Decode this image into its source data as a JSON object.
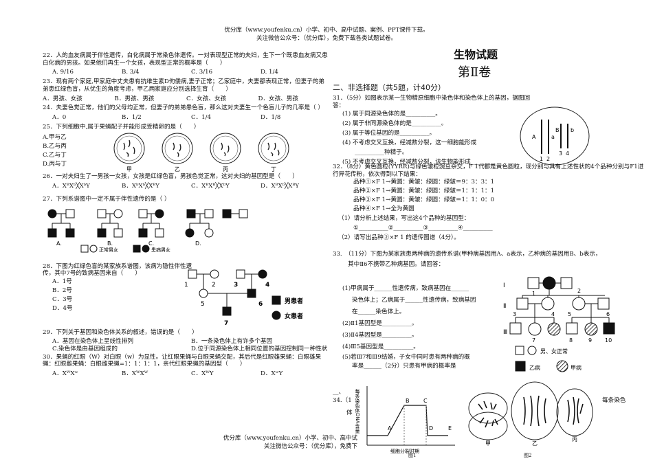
{
  "header": {
    "line1": "优分库（www.youfenku.cn）小学、初中、高中试题、案例、PPT课件下载。",
    "line2": "关注微信公众号：（优分库），免费下载各类试题试卷。"
  },
  "footer": {
    "line1": "优分库（www.youfenku.cn）小学、初中、高中试",
    "line2": "关注微信公众号：（优分库），免费下"
  },
  "left": {
    "q22": "22．人的血友病属于伴性遗传，白化病属于常染色体遗传。一对表现型正常的夫妇，生下一个既患血友病又患白化病的男孩。如果他们再生一个女孩，表现型正常的概率是（　　）",
    "q22_opts": [
      "A. 9/16",
      "B. 3/4",
      "C. 3/16",
      "D. 1/4"
    ],
    "q23": "23．现有两个家庭,甲家庭中丈夫患有抗维生素D佝偻病,妻子正常；乙家庭中，夫妻都表现正常，但妻子的弟弟患红绿色盲，从优生的角度考虑，甲乙两家庭应分别选择生育（　　）",
    "q23_opts": [
      "A．男孩、女孩",
      "B．男孩、男孩",
      "C．女孩、女孩",
      "D．女孩、男孩"
    ],
    "q24": "24．夫妻色觉正常，他们的父母均正常，但妻子的弟弟患色盲，那么这对夫妻生一个色盲儿子的几率是（ ）",
    "q24_opts": [
      "A．0",
      "B．1/2",
      "C．1/4",
      "D．1/8"
    ],
    "q25": "25．下列细胞中,属于果蝇配子并能形成受精卵的是（　　）",
    "q25_opts": [
      "A.甲与乙",
      "B.乙与丙",
      "C.乙与丁",
      "D.丙与丁"
    ],
    "q25_cells": [
      "甲",
      "乙",
      "丙",
      "丁"
    ],
    "q26": "26．一对夫妇生了一男孩一女孩，女孩是红绿色盲，男孩色觉正常，这对夫妇的基因型是（　　）",
    "q26_opts": [
      "A．XᴮXᵇ╳XᵇY",
      "B．XᵇXᵇ╳XᴮY",
      "C．XᴮXᴮ╳XᵇY",
      "D．XᴮXᵇ╳XᴮY"
    ],
    "q27": "27．下列系谱图中一定不属于伴性遗传的是（ ）",
    "q27_labels": [
      "A.",
      "B.",
      "C.",
      "D."
    ],
    "q27_legend_normal": "正常男女",
    "q27_legend_ill": "患病男女",
    "q28": "28．下图为红绿色盲的某家族系谱图，该病为隐性伴性遗传，其中7号的致病基因来自（　　）",
    "q28_opts": [
      "A．1号",
      "B．2号",
      "C．3号",
      "D．4号"
    ],
    "q28_nums": [
      "1",
      "2",
      "3",
      "4",
      "5",
      "6",
      "7"
    ],
    "q28_male": "男患者",
    "q28_female": "女患者",
    "q29": "29．下列关于基因和染色体关系的叙述，错误的是（　　）",
    "q29_opts": [
      "A．基因在染色体上呈线性排列",
      "B．一条染色体上有许多个基因",
      "C.染色体是由基因组成的",
      "D.位于同源染色体上相同位置的基因控制同一种性状"
    ],
    "q30": "30．果蝇的红眼（W）对白眼（w）为显性。让红眼果蝇与白眼果蝇交配，其后代是红眼雄果蝇：白眼雄果蝇：红眼雌果蝇：白眼雌果蝇=1：1：1：1，亲代红眼果蝇的基因型（　　）",
    "q30_opts": [
      "A．XᵂXʷ",
      "B．XᵂXᵂ",
      "C．XᵂY",
      "D．XʷY"
    ]
  },
  "right": {
    "title": "生物试题",
    "subtitle": "第Ⅱ卷",
    "section": "二、非选择题（共5题，计40分）",
    "q31": "31．（5分）如图表示某一生物精原细胞中染色体和染色体上的基因，据图回答：",
    "q31_items": [
      "(1) 属于同源染色体的是__________。",
      "(2) 属于非同源染色体的是__________。",
      "(3) 属于等位基因的是__________。",
      "(4) 不考虑交叉互换，经减数分裂，这一细胞能形成",
      "__________种精子。",
      "(5) 不考虑交叉互换，经减数分裂，该生物能形成________"
    ],
    "q31_fig": [
      "A",
      "a",
      "B",
      "b",
      "1",
      "2",
      "3",
      "4"
    ],
    "q32": "32．（8分）黄色圆粒(YYRR)与绿色皱粒豌豆杂交，F 1代都是黄色圆粒，现分别与具有上述性状的4个品种分别与F1进行异花传粉，依次得到以下结果：",
    "q32_items": [
      "品种①×F 1→黄圆：黄皱：绿圆：绿皱＝9：3：3：1",
      "品种②×F 1→黄圆：黄皱：绿圆：绿皱＝1：1：1：1",
      "品种③×F 1→黄圆：黄皱：绿圆：绿皱＝1：1：0：0",
      "品种④×F 1→全为黄圆"
    ],
    "q32_ask1": "（1）请分析上述结果，写出这4个品种的基因型：",
    "q32_ask1_blanks": "①__________②__________③__________④__________",
    "q32_ask2": "（2）请写出品种②×F 1 的遗传图谱（4分）。",
    "q33": "33.　（11分）下图为某家族患两种病的遗传系谱(甲种病基因用A、a表示，乙种病的基因用B、b表示，",
    "q33b": "其中Ⅱ6不携带乙种病基因。请回答：",
    "q33_items": [
      "(1)甲病属于______性遗传病，致病基因在______",
      "染色体上；乙病属于______性遗传病，致病基因",
      "在______染色体上。",
      "(2)Ⅱ1基因型是__________。",
      "(3)Ⅱ4基因型是__________。",
      "(4)Ⅲ5基因型是__________。",
      "(5)若Ⅲ7和Ⅲ9结婚，子女中同时患有两种病的概",
      "率是______（2分）只患有甲病的概率是"
    ],
    "q33_gen": [
      "Ⅰ",
      "Ⅱ",
      "Ⅲ"
    ],
    "q33_nums": [
      "1",
      "2",
      "3",
      "4",
      "5",
      "6",
      "7",
      "8",
      "9",
      "10"
    ],
    "q33_legend_normal": "男、女正常",
    "q33_legend_b": "乙病",
    "q33_legend_a": "甲病",
    "q34": "34.（1",
    "q34b": "体",
    "q34_fig1_ylabel": "每条染色体DNA含量",
    "q34_fig1_xlabel": "细胞分裂时期",
    "q34_fig1_points": [
      "A",
      "B",
      "C",
      "D",
      "E"
    ],
    "q34_fig1_caption": "图1",
    "q34_fig2_labels": [
      "甲",
      "乙",
      "丙"
    ],
    "q34_fig2_caption": "图2",
    "q34_tail": "每条染色",
    "lead_line": "__、"
  }
}
